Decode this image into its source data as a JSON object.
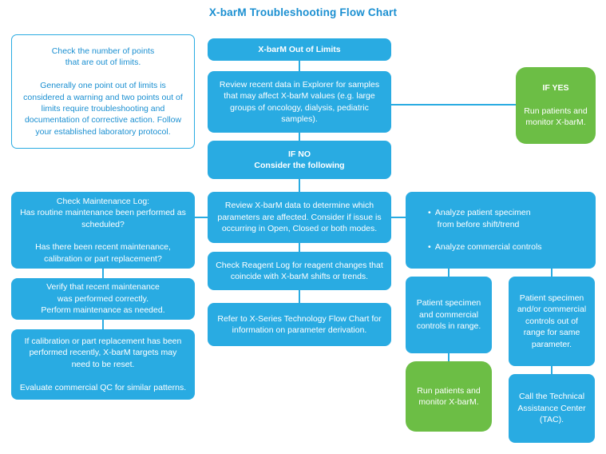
{
  "title": "X-barM Troubleshooting Flow Chart",
  "colors": {
    "box_blue": "#29abe2",
    "box_green": "#6cbe45",
    "text_blue": "#1a8fd1",
    "line_blue": "#29abe2"
  },
  "nodes": {
    "note": "Check the number of points\nthat are out of limits.\n\nGenerally one point out of limits is considered a warning and two points out of limits require troubleshooting and documentation of corrective action. Follow your established laboratory protocol.",
    "start": "X-barM Out of Limits",
    "review_explorer": "Review recent data in Explorer for samples that may affect X-barM values (e.g. large groups of oncology, dialysis, pediatric samples).",
    "if_yes_label": "IF YES",
    "if_yes_body": "Run patients and monitor X-barM.",
    "if_no": "IF NO\nConsider the following",
    "review_parameters": "Review X-barM data to determine which parameters are affected. Consider if issue is occurring in Open, Closed or both modes.",
    "reagent_log": "Check Reagent Log for reagent changes that coincide with X-barM shifts or trends.",
    "xseries": "Refer to X-Series Technology Flow Chart for information on parameter derivation.",
    "maintenance_log": "Check Maintenance Log:\nHas routine maintenance been performed as scheduled?\n\nHas there been recent maintenance, calibration or part replacement?",
    "verify_maintenance": "Verify that recent maintenance\nwas performed correctly.\nPerform maintenance as needed.",
    "calibration_reset": "If calibration or part replacement has been performed recently, X-barM targets may need to be reset.\n\nEvaluate commercial QC for similar patterns.",
    "analyze_specimen": "•  Analyze patient specimen\n    from before shift/trend\n\n•  Analyze commercial controls",
    "controls_in_range": "Patient specimen and commercial controls in range.",
    "controls_out_of_range": "Patient specimen and/or commercial controls out of range for same parameter.",
    "run_patients": "Run patients and monitor X-barM.",
    "call_tac": "Call the Technical Assistance Center (TAC)."
  }
}
